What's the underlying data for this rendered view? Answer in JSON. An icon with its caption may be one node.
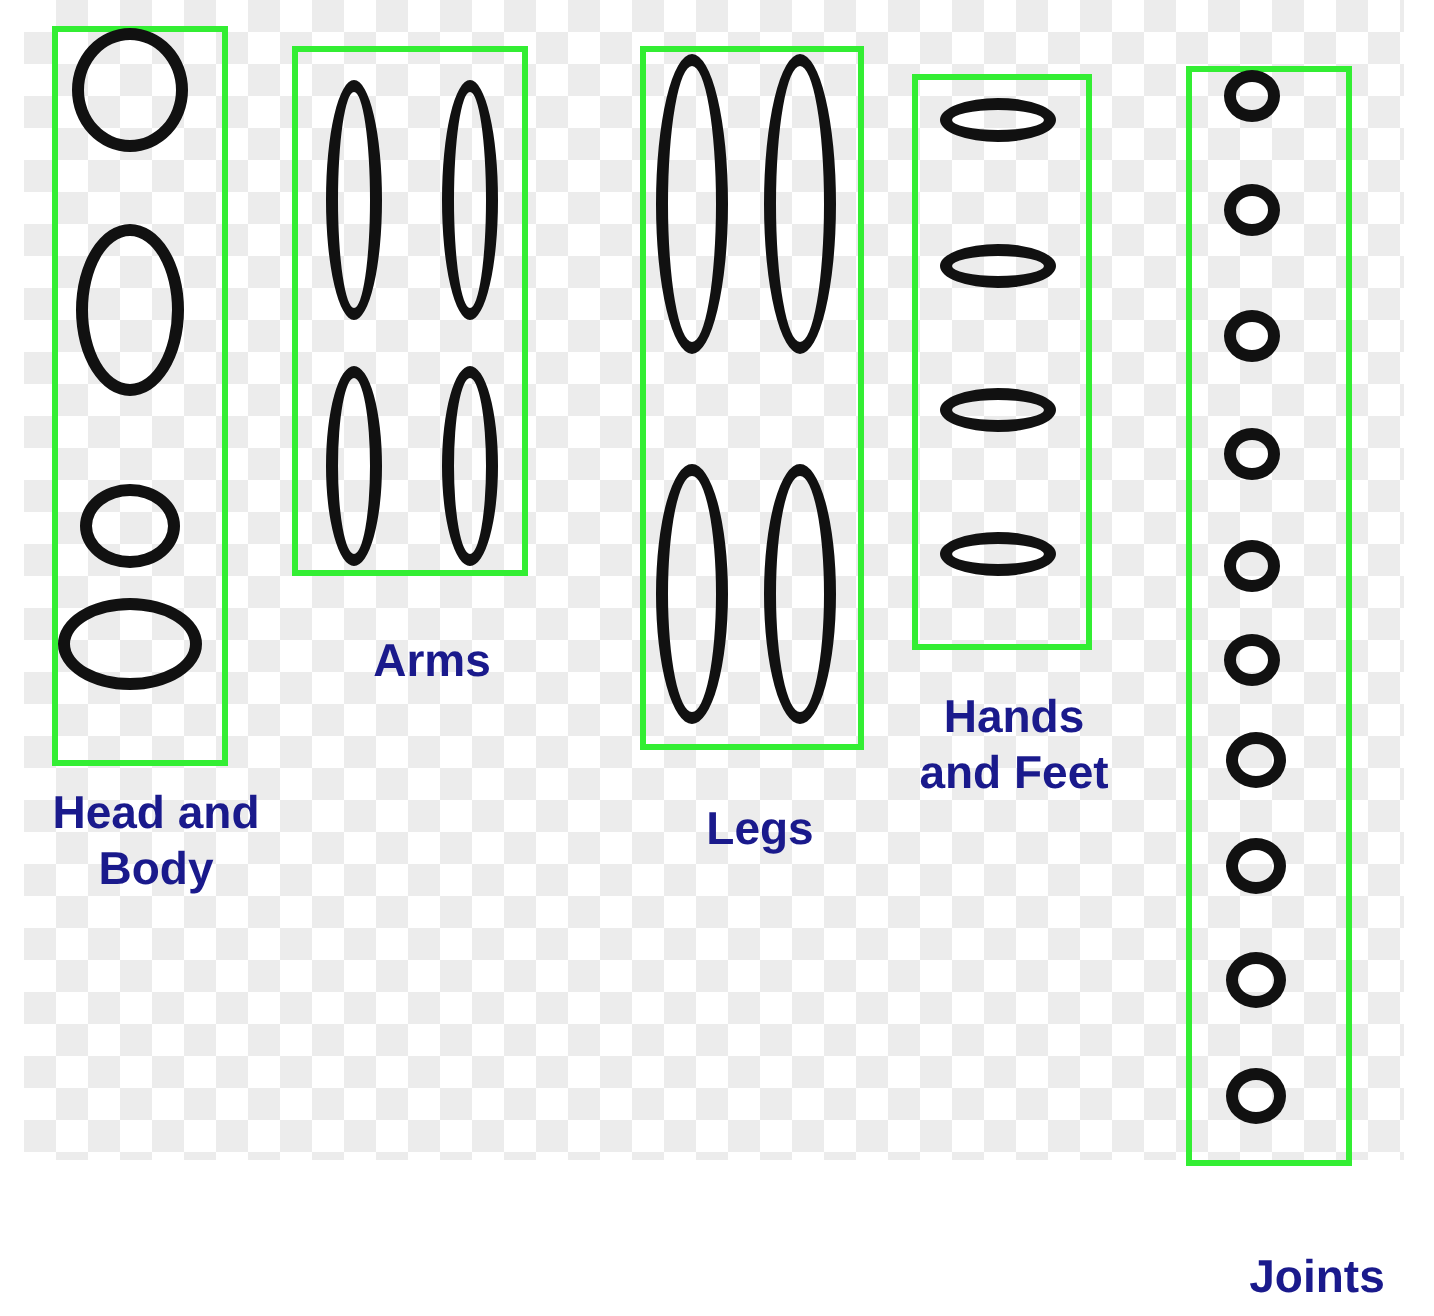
{
  "diagram": {
    "nodes": [
      {
        "text": [
          "Head and Body"
        ]
      },
      {
        "text": [],
        "shape": "ellipse",
        "in": 0
      },
      {
        "text": [],
        "shape": "ellipse",
        "in": 0
      },
      {
        "text": [],
        "shape": "ellipse",
        "in": 0
      },
      {
        "text": [],
        "shape": "ellipse",
        "in": 0
      },
      {
        "text": [
          "Arms"
        ]
      },
      {
        "text": [],
        "shape": "ellipse",
        "in": 5
      },
      {
        "text": [],
        "shape": "ellipse",
        "in": 5
      },
      {
        "text": [],
        "shape": "ellipse",
        "in": 5
      },
      {
        "text": [],
        "shape": "ellipse",
        "in": 5
      },
      {
        "text": [
          "Legs"
        ]
      },
      {
        "text": [],
        "shape": "ellipse",
        "in": 10
      },
      {
        "text": [],
        "shape": "ellipse",
        "in": 10
      },
      {
        "text": [],
        "shape": "ellipse",
        "in": 10
      },
      {
        "text": [],
        "shape": "ellipse",
        "in": 10
      },
      {
        "text": [
          "Hands and Feet"
        ]
      },
      {
        "text": [],
        "shape": "ellipse",
        "in": 15
      },
      {
        "text": [],
        "shape": "ellipse",
        "in": 15
      },
      {
        "text": [],
        "shape": "ellipse",
        "in": 15
      },
      {
        "text": [],
        "shape": "ellipse",
        "in": 15
      },
      {
        "text": [
          "Joints"
        ]
      },
      {
        "text": [],
        "shape": "ellipse",
        "in": 20
      },
      {
        "text": [],
        "shape": "ellipse",
        "in": 20
      },
      {
        "text": [],
        "shape": "ellipse",
        "in": 20
      },
      {
        "text": [],
        "shape": "ellipse",
        "in": 20
      },
      {
        "text": [],
        "shape": "ellipse",
        "in": 20
      },
      {
        "text": [],
        "shape": "ellipse",
        "in": 20
      },
      {
        "text": [],
        "shape": "ellipse",
        "in": 20
      },
      {
        "text": [],
        "shape": "ellipse",
        "in": 20
      },
      {
        "text": [],
        "shape": "ellipse",
        "in": 20
      },
      {
        "text": [],
        "shape": "ellipse",
        "in": 20
      }
    ]
  }
}
